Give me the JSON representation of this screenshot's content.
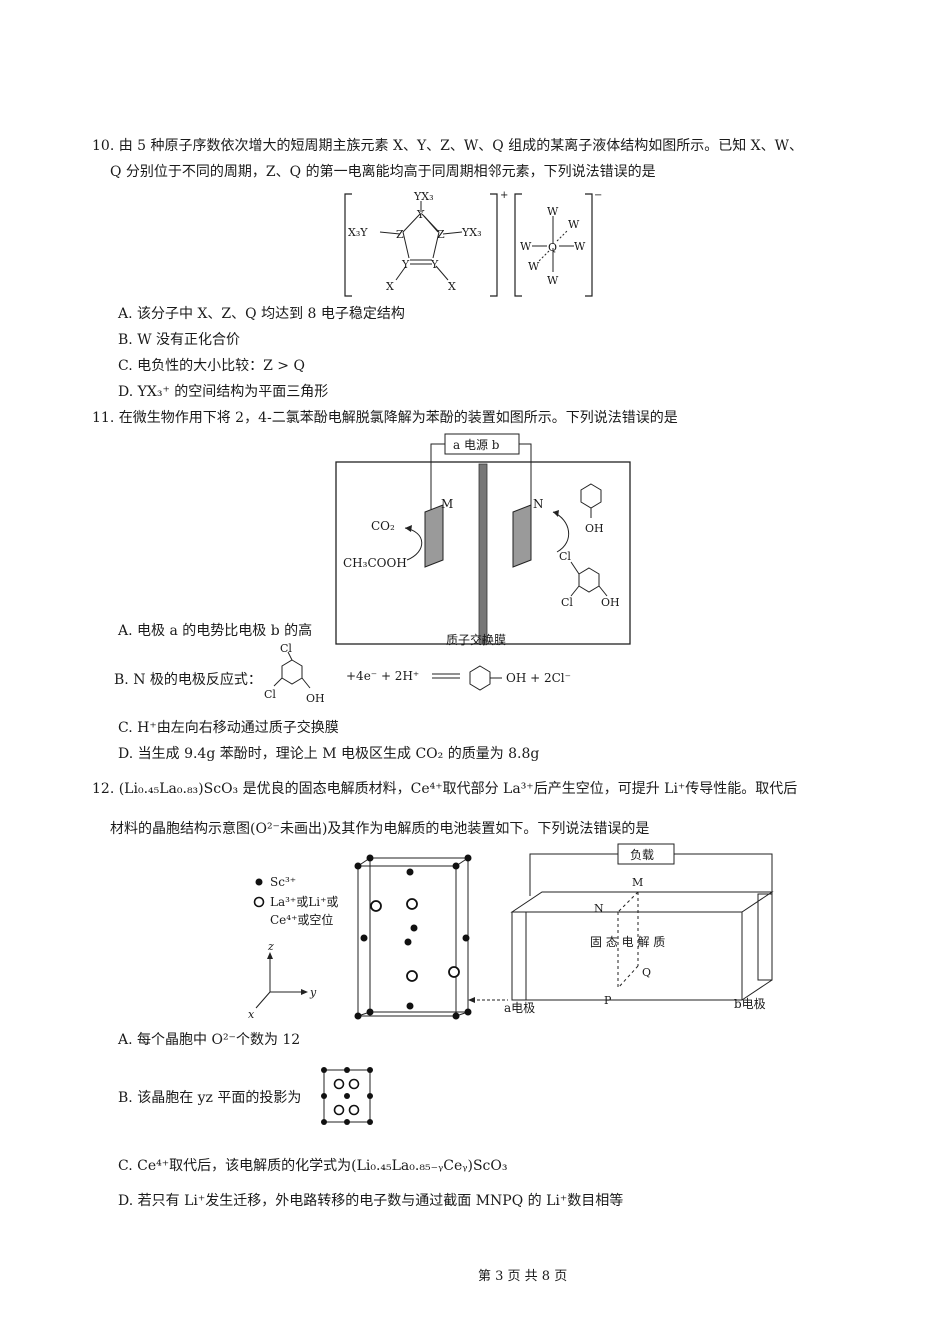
{
  "q10": {
    "stem_line1": "10. 由 5 种原子序数依次增大的短周期主族元素 X、Y、Z、W、Q 组成的某离子液体结构如图所示。已知 X、W、",
    "stem_line2": "Q 分别位于不同的周期，Z、Q 的第一电离能均高于同周期相邻元素，下列说法错误的是",
    "options": [
      "A. 该分子中 X、Z、Q 均达到 8 电子稳定结构",
      "B. W 没有正化合价",
      "C. 电负性的大小比较：Z > Q",
      "D. YX₃⁺ 的空间结构为平面三角形"
    ],
    "figure": {
      "cation_labels": [
        "YX₃",
        "X₃Y",
        "Y",
        "Z",
        "Z",
        "YX₃",
        "Y",
        "Y",
        "X",
        "X"
      ],
      "anion_center": "Q",
      "anion_ligand": "W",
      "charge_plus": "+",
      "charge_minus": "−"
    }
  },
  "q11": {
    "stem": "11. 在微生物作用下将 2，4-二氯苯酚电解脱氯降解为苯酚的装置如图所示。下列说法错误的是",
    "figure": {
      "power_label": "a  电源  b",
      "electrode_left": "M",
      "electrode_right": "N",
      "co2": "CO₂",
      "acetic": "CH₃COOH",
      "oh": "OH",
      "cl": "Cl",
      "membrane": "质子交换膜"
    },
    "options": {
      "a": "A. 电极 a 的电势比电极 b 的高",
      "b_prefix": "B. N 极的电极反应式：",
      "b_mid": "+4e⁻ + 2H⁺",
      "b_end": "OH  + 2Cl⁻",
      "c": "C. H⁺由左向右移动通过质子交换膜",
      "d": "D. 当生成 9.4g 苯酚时，理论上 M 电极区生成 CO₂ 的质量为 8.8g"
    }
  },
  "q12": {
    "stem_line1": "12. (Li₀.₄₅La₀.₈₃)ScO₃ 是优良的固态电解质材料，Ce⁴⁺取代部分 La³⁺后产生空位，可提升 Li⁺传导性能。取代后",
    "stem_line2": "材料的晶胞结构示意图(O²⁻未画出)及其作为电解质的电池装置如下。下列说法错误的是",
    "figure": {
      "legend_sc": "Sc³⁺",
      "legend_la_1": "La³⁺或Li⁺或",
      "legend_la_2": "Ce⁴⁺或空位",
      "axis_z": "z",
      "axis_y": "y",
      "axis_x": "x",
      "load": "负载",
      "pt_m": "M",
      "pt_n": "N",
      "pt_p": "P",
      "pt_q": "Q",
      "electrolyte": "固 态 电 解 质",
      "a_electrode": "a电极",
      "b_electrode": "b电极"
    },
    "options": {
      "a": "A. 每个晶胞中 O²⁻个数为 12",
      "b": "B. 该晶胞在 yz 平面的投影为",
      "c": "C. Ce⁴⁺取代后，该电解质的化学式为(Li₀.₄₅La₀.₈₅₋ᵧCeᵧ)ScO₃",
      "d": "D. 若只有 Li⁺发生迁移，外电路转移的电子数与通过截面 MNPQ 的 Li⁺数目相等"
    }
  },
  "footer": "第 3 页 共 8 页"
}
